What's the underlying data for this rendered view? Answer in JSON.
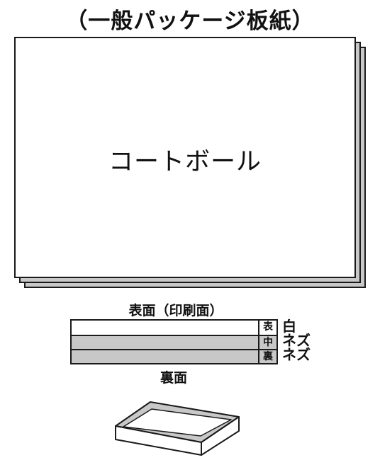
{
  "title": "（一般パッケージ板紙）",
  "sheet_label": "コートボール",
  "face_top_label": "表面（印刷面）",
  "layers": [
    {
      "tag": "表",
      "material": "白"
    },
    {
      "tag": "中",
      "material": "ネズ"
    },
    {
      "tag": "裏",
      "material": "ネズ"
    }
  ],
  "face_bottom_label": "裏面",
  "colors": {
    "gray_fill": "#c8c8c8",
    "line": "#1a1a1a",
    "white": "#ffffff"
  },
  "icons": {
    "tray": "box-tray-icon"
  }
}
